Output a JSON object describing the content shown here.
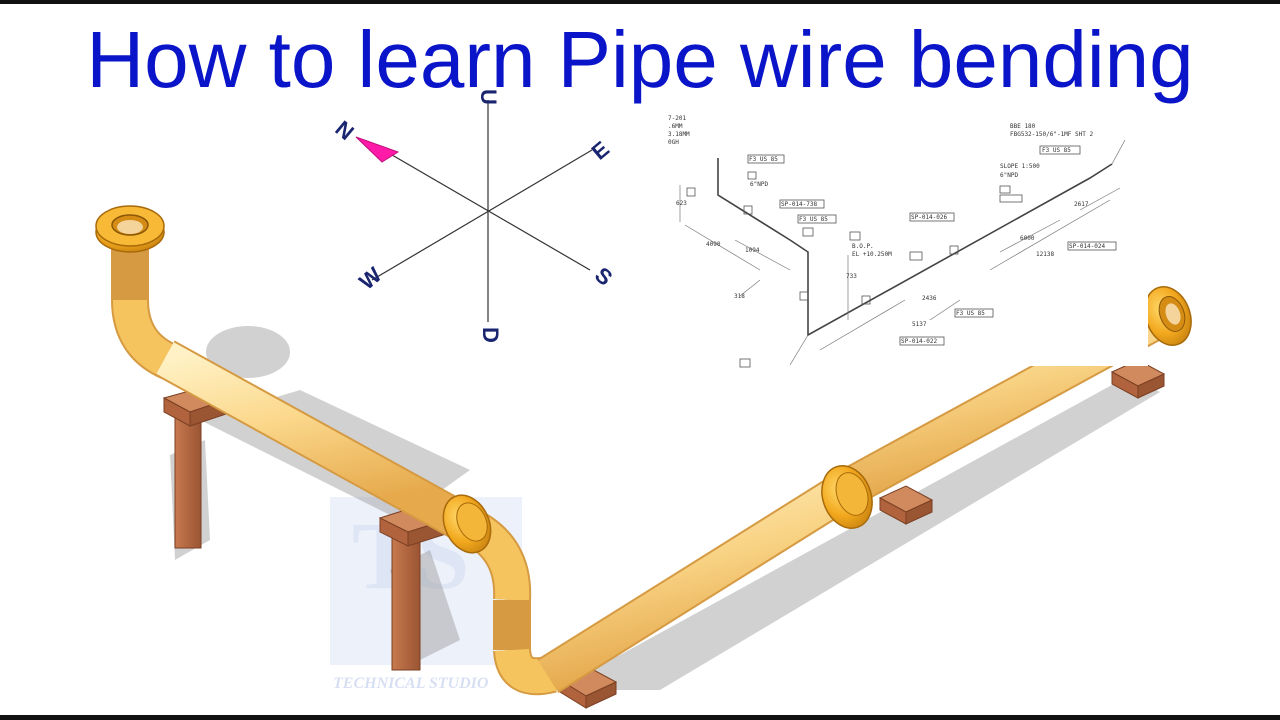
{
  "title": "How to learn Pipe wire bending",
  "compass": {
    "north": "N",
    "east": "E",
    "south": "S",
    "west": "W",
    "up": "U",
    "down": "D",
    "arrow_color": "#ff1aa8"
  },
  "isometric": {
    "tags": [
      "7-201",
      ".6MM",
      "3.18MM",
      "0GH",
      "F3 US 85",
      "6\"NPD",
      "SP-014-738",
      "F3 US 85",
      "SP-014-026",
      "BBE 180",
      "FBG532-150/6\"-1MF SHT 2",
      "F3 US 85",
      "SLOPE 1:500",
      "6\"NPD",
      "SP-014-024",
      "F3 US 85",
      "SP-014-022",
      "B.O.P.",
      "EL +10.250M"
    ],
    "dimensions": [
      "623",
      "4090",
      "1094",
      "733",
      "318",
      "2436",
      "5137",
      "6000",
      "12138",
      "2617"
    ]
  },
  "watermark": {
    "label": "TECHNICAL STUDIO"
  },
  "colors": {
    "title": "#0a14c8",
    "pipe": "#f7d48a",
    "flange": "#f2a81e",
    "support": "#b96a42"
  }
}
